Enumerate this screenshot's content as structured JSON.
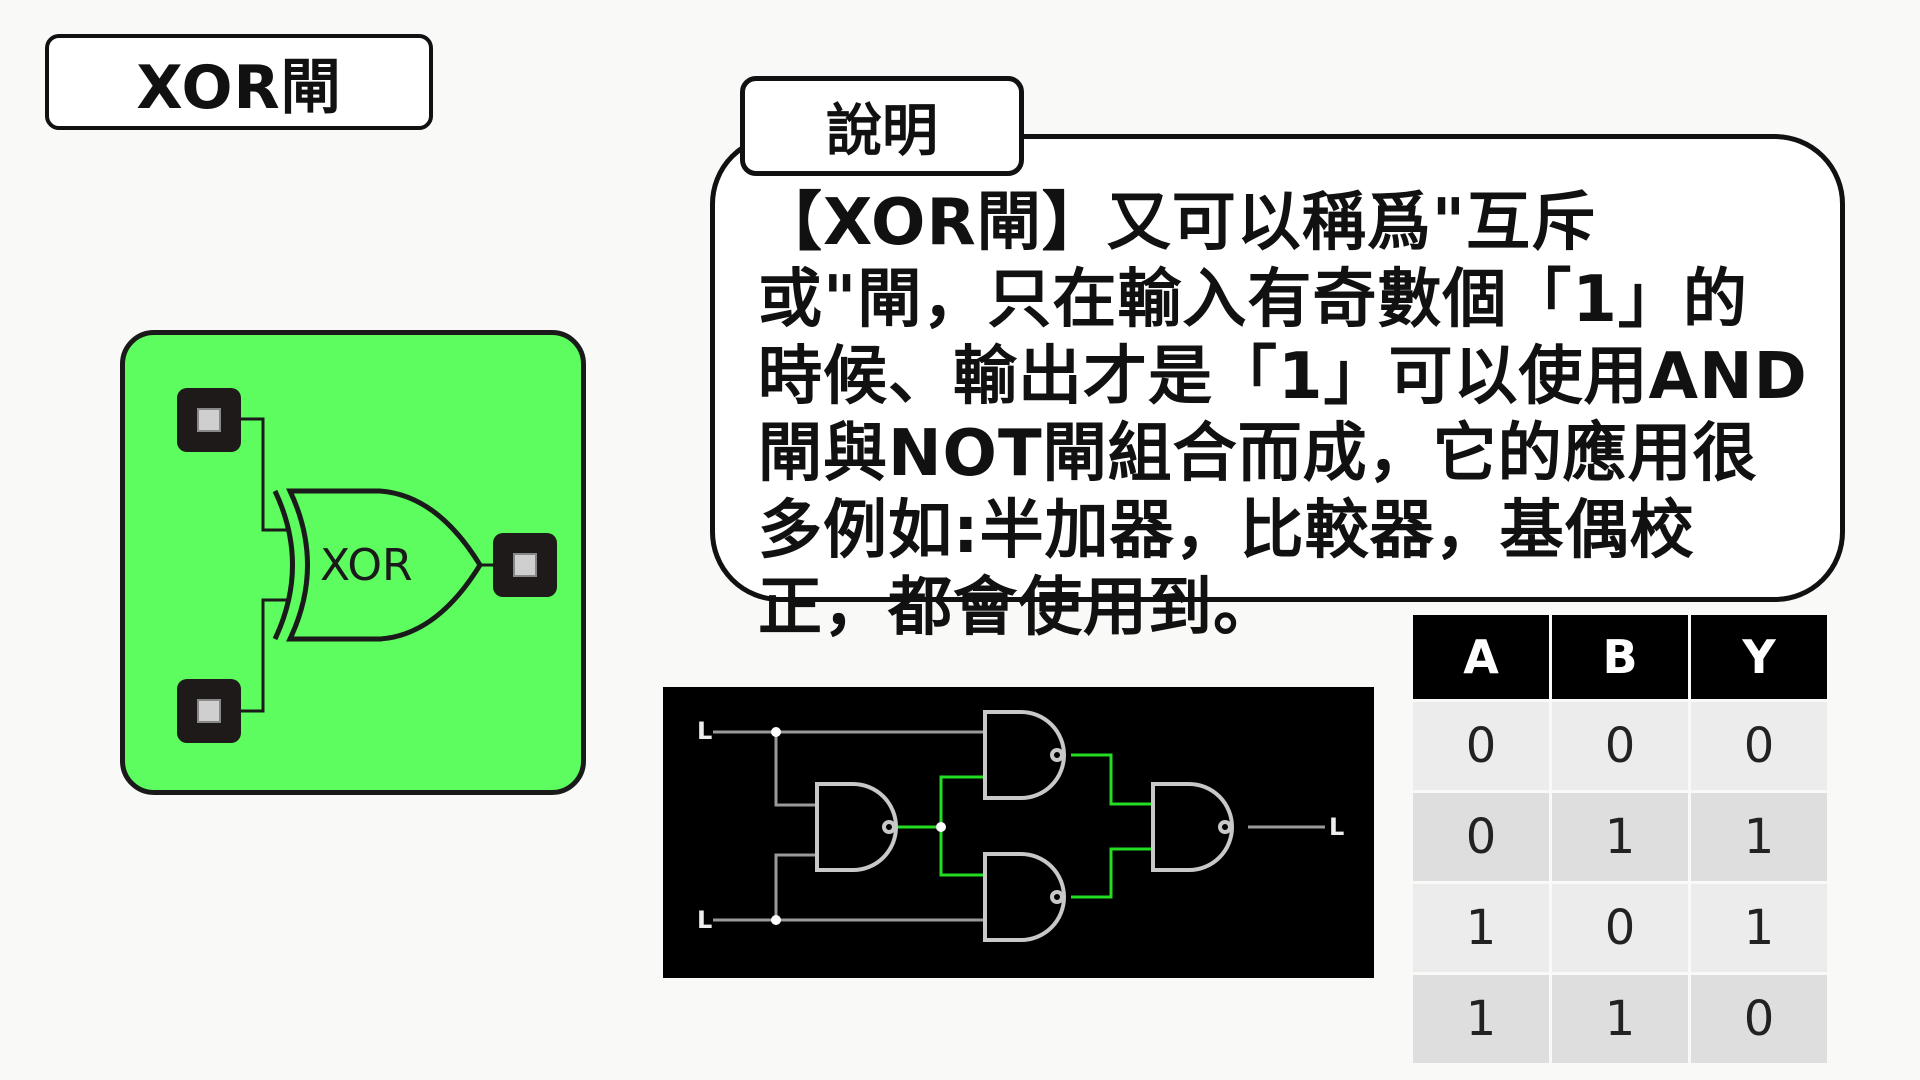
{
  "title": "XOR閘",
  "description": {
    "tab_label": "說明",
    "text": "【XOR閘】又可以稱爲\"互斥或\"閘，只在輸入有奇數個「1」的時候、輸出才是「1」可以使用AND閘與NOT閘組合而成，它的應用很多例如:半加器，比較器，基偶校正，都會使用到。"
  },
  "gate": {
    "label": "XOR",
    "panel_color": "#5dfc5f"
  },
  "circuit": {
    "input_a_label": "L",
    "input_b_label": "L",
    "output_label": "L",
    "active_wire_color": "#22dd22",
    "idle_wire_color": "#9a9a9a"
  },
  "truth_table": {
    "headers": [
      "A",
      "B",
      "Y"
    ],
    "rows": [
      [
        "0",
        "0",
        "0"
      ],
      [
        "0",
        "1",
        "1"
      ],
      [
        "1",
        "0",
        "1"
      ],
      [
        "1",
        "1",
        "0"
      ]
    ]
  }
}
